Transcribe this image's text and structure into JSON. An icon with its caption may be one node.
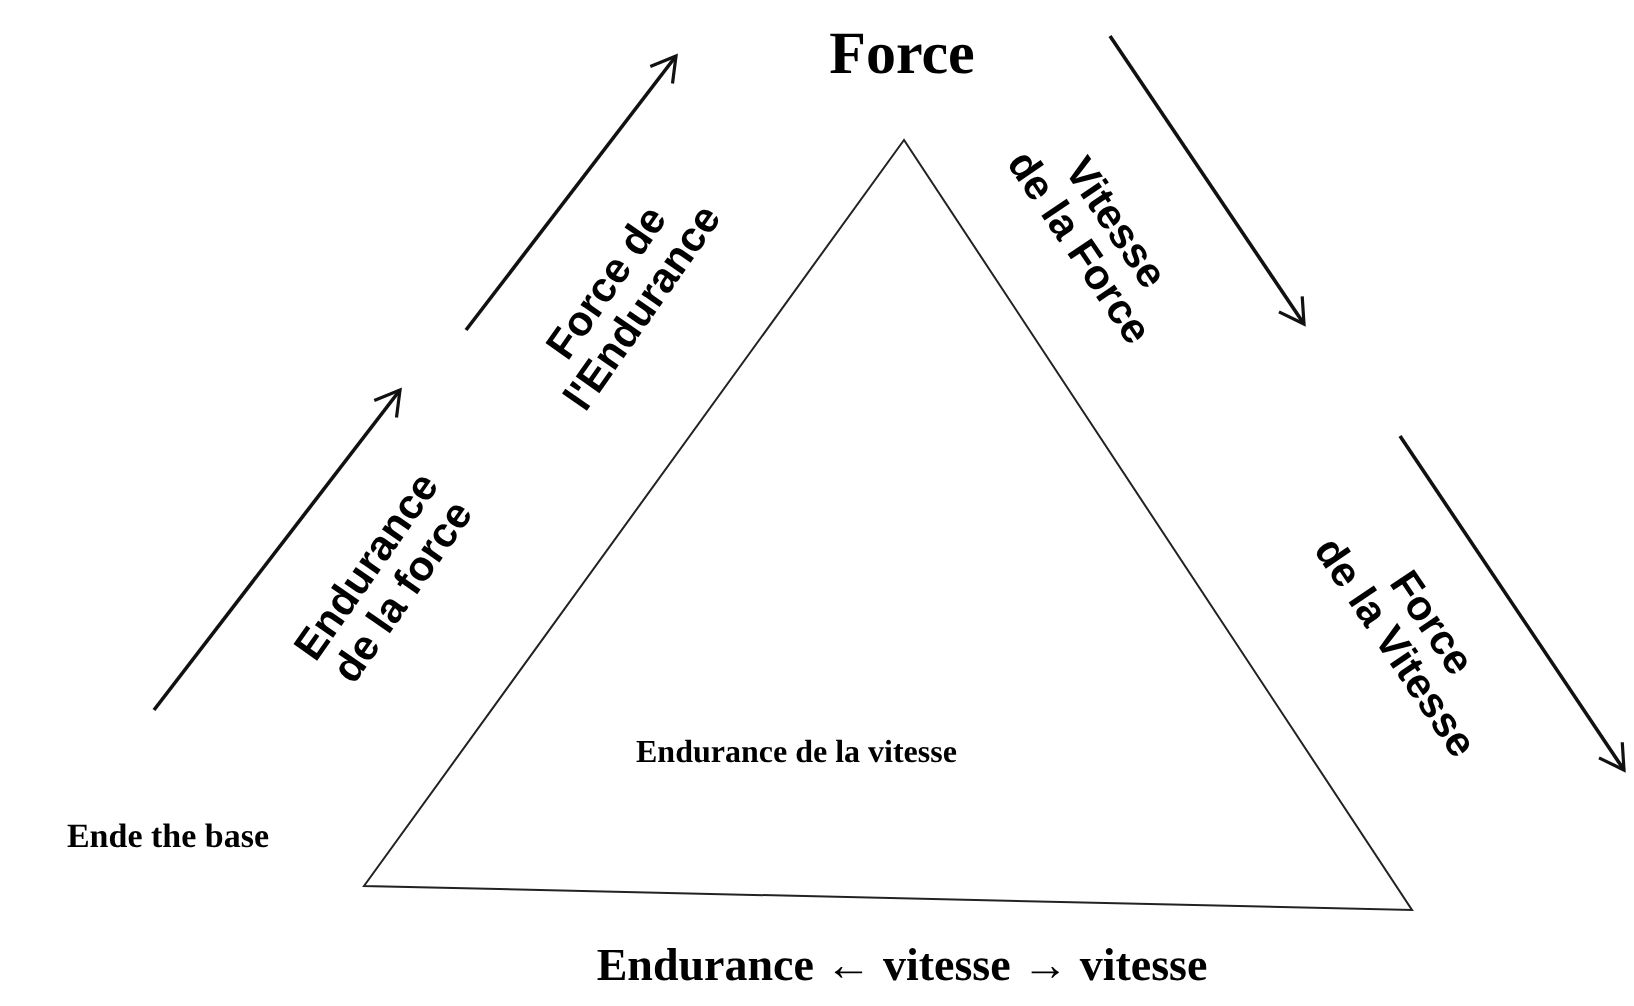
{
  "diagram": {
    "nodes": [
      {
        "text": [
          "Endurance de la vitesse"
        ]
      }
    ],
    "labels": [
      "Force",
      "Force de l'Endurance",
      "Vitesse de la Force",
      "Endurance de la force",
      "Force de la Vitesse",
      "Ende the base",
      "Endurance ← vitesse → vitesse"
    ]
  }
}
